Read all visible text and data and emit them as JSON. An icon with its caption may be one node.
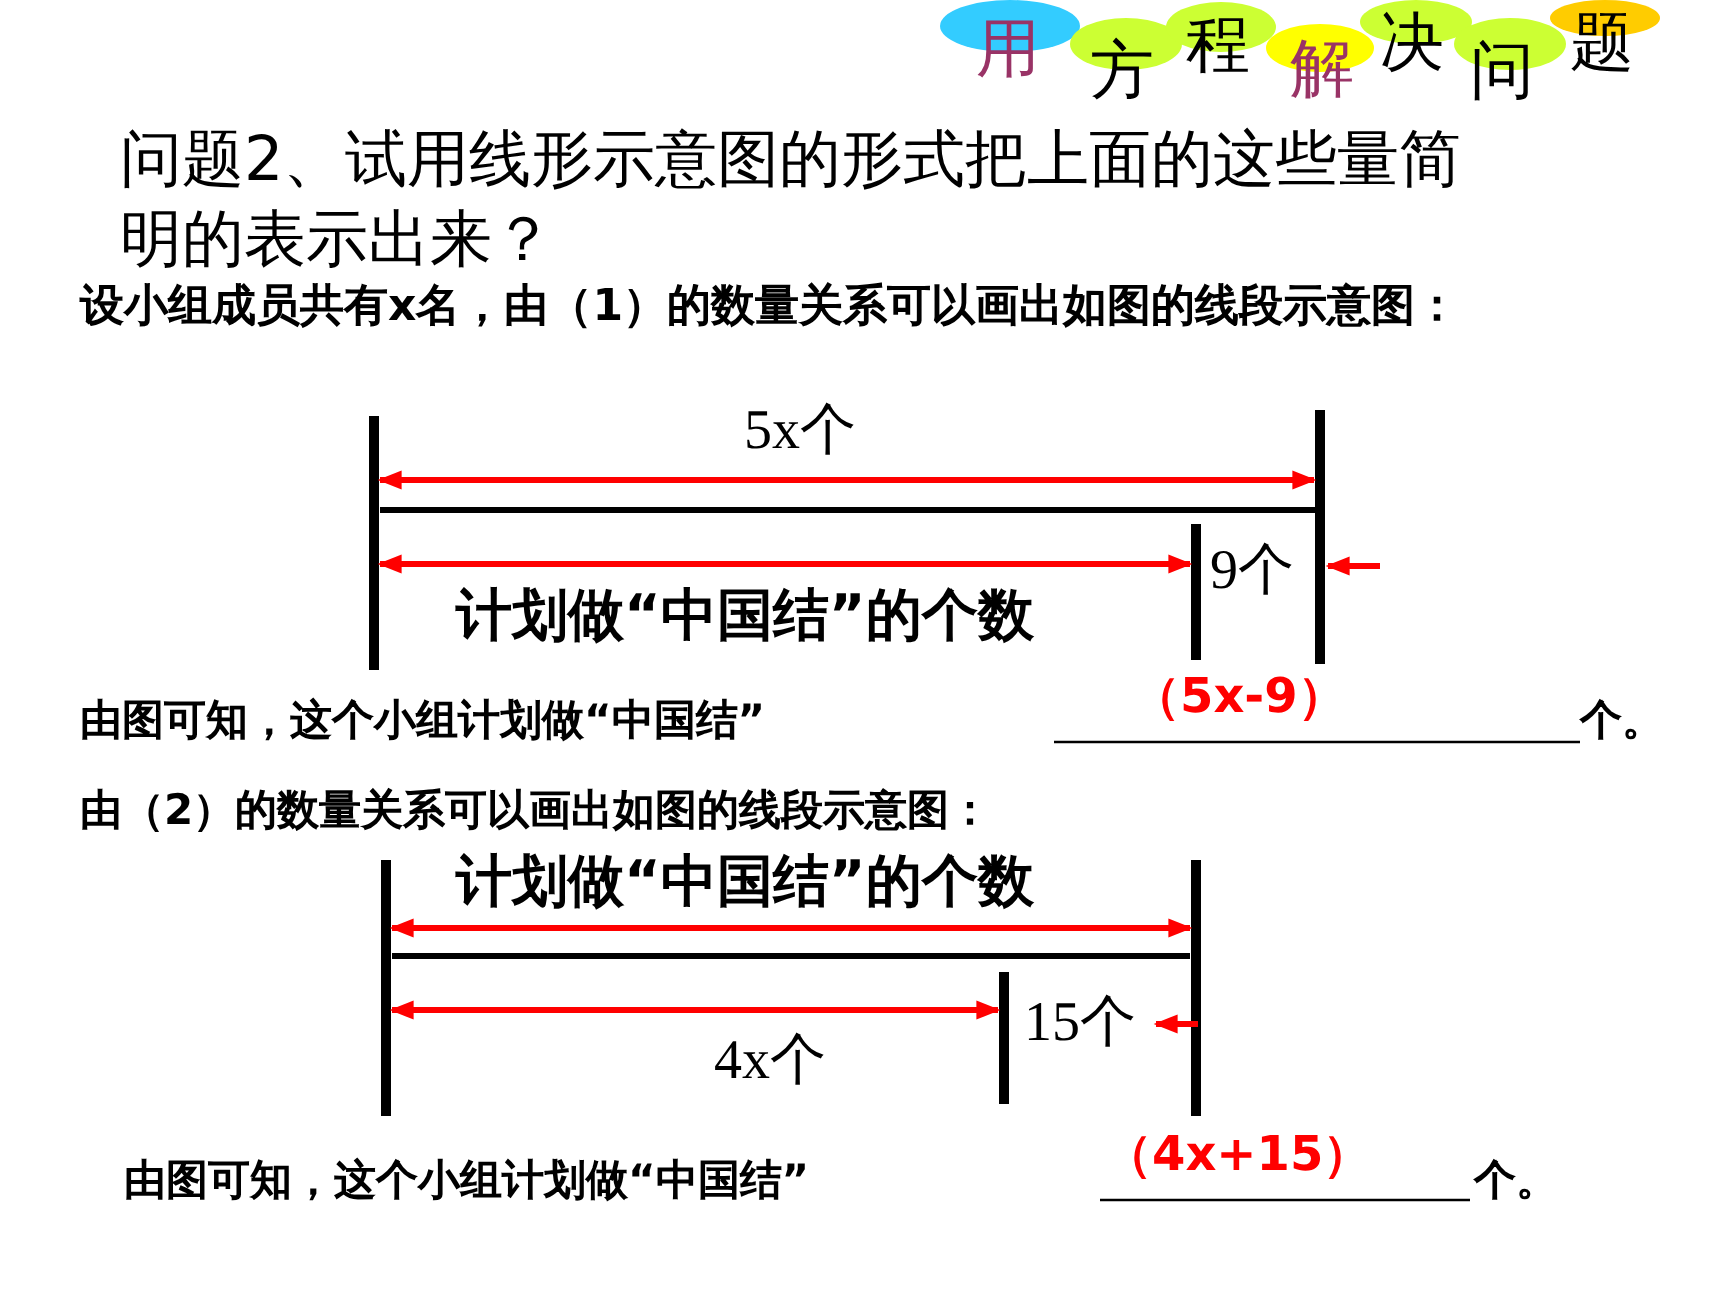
{
  "diagram": {
    "nodes": [
      {
        "text": [
          "用"
        ]
      },
      {
        "text": [
          "方"
        ]
      },
      {
        "text": [
          "程"
        ]
      },
      {
        "text": [
          "解"
        ]
      },
      {
        "text": [
          "决"
        ]
      },
      {
        "text": [
          "问"
        ]
      },
      {
        "text": [
          "题"
        ]
      }
    ],
    "labels": [
      "问题2、试用线形示意图的形式把上面的这些量简明的表示出来？",
      "设小组成员共有x名，由（1）的数量关系可以画出如图的线段示意图：",
      "5x个",
      "9个",
      "计划做“中国结”的个数",
      "由图可知，这个小组计划做“中国结”",
      "（5x-9）",
      "个。",
      "由（2）的数量关系可以画出如图的线段示意图：",
      "计划做“中国结”的个数",
      "15个",
      "4x个",
      "由图可知，这个小组计划做“中国结”",
      "（4x+15）",
      "个。"
    ]
  }
}
